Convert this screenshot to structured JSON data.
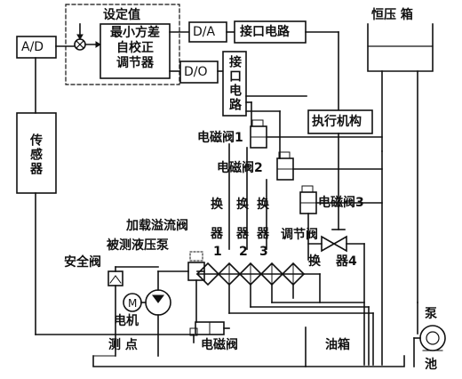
{
  "diagram": {
    "setpoint": "设定值",
    "controller": [
      "最小方差",
      "自校正",
      "调节器"
    ],
    "ad": "A/D",
    "da": "D/A",
    "do": "D/O",
    "interface_top": "接口电路",
    "interface_mid": "接口电路",
    "sensor": "传感器",
    "actuator": "执行机构",
    "const_tank": "恒压 箱",
    "solenoid1": "电磁阀1",
    "solenoid2": "电磁阀2",
    "solenoid3": "电磁阀3",
    "exch_top": [
      "换",
      "换",
      "换"
    ],
    "exch_chars": [
      "器",
      "器",
      "器"
    ],
    "exch_nums": [
      "1",
      "2",
      "3"
    ],
    "reg_valve": "调节阀",
    "exch4_a": "换",
    "exch4_b": "器4",
    "load_relief": "加载溢流阀",
    "tested_pump": "被测液压泵",
    "safety_valve": "安全阀",
    "motor_symbol": "M",
    "motor": "电机",
    "measure_point": "测  点",
    "solenoid_bottom": "电磁阀",
    "oil_tank": "油箱",
    "pump": "泵",
    "pool": "池"
  }
}
